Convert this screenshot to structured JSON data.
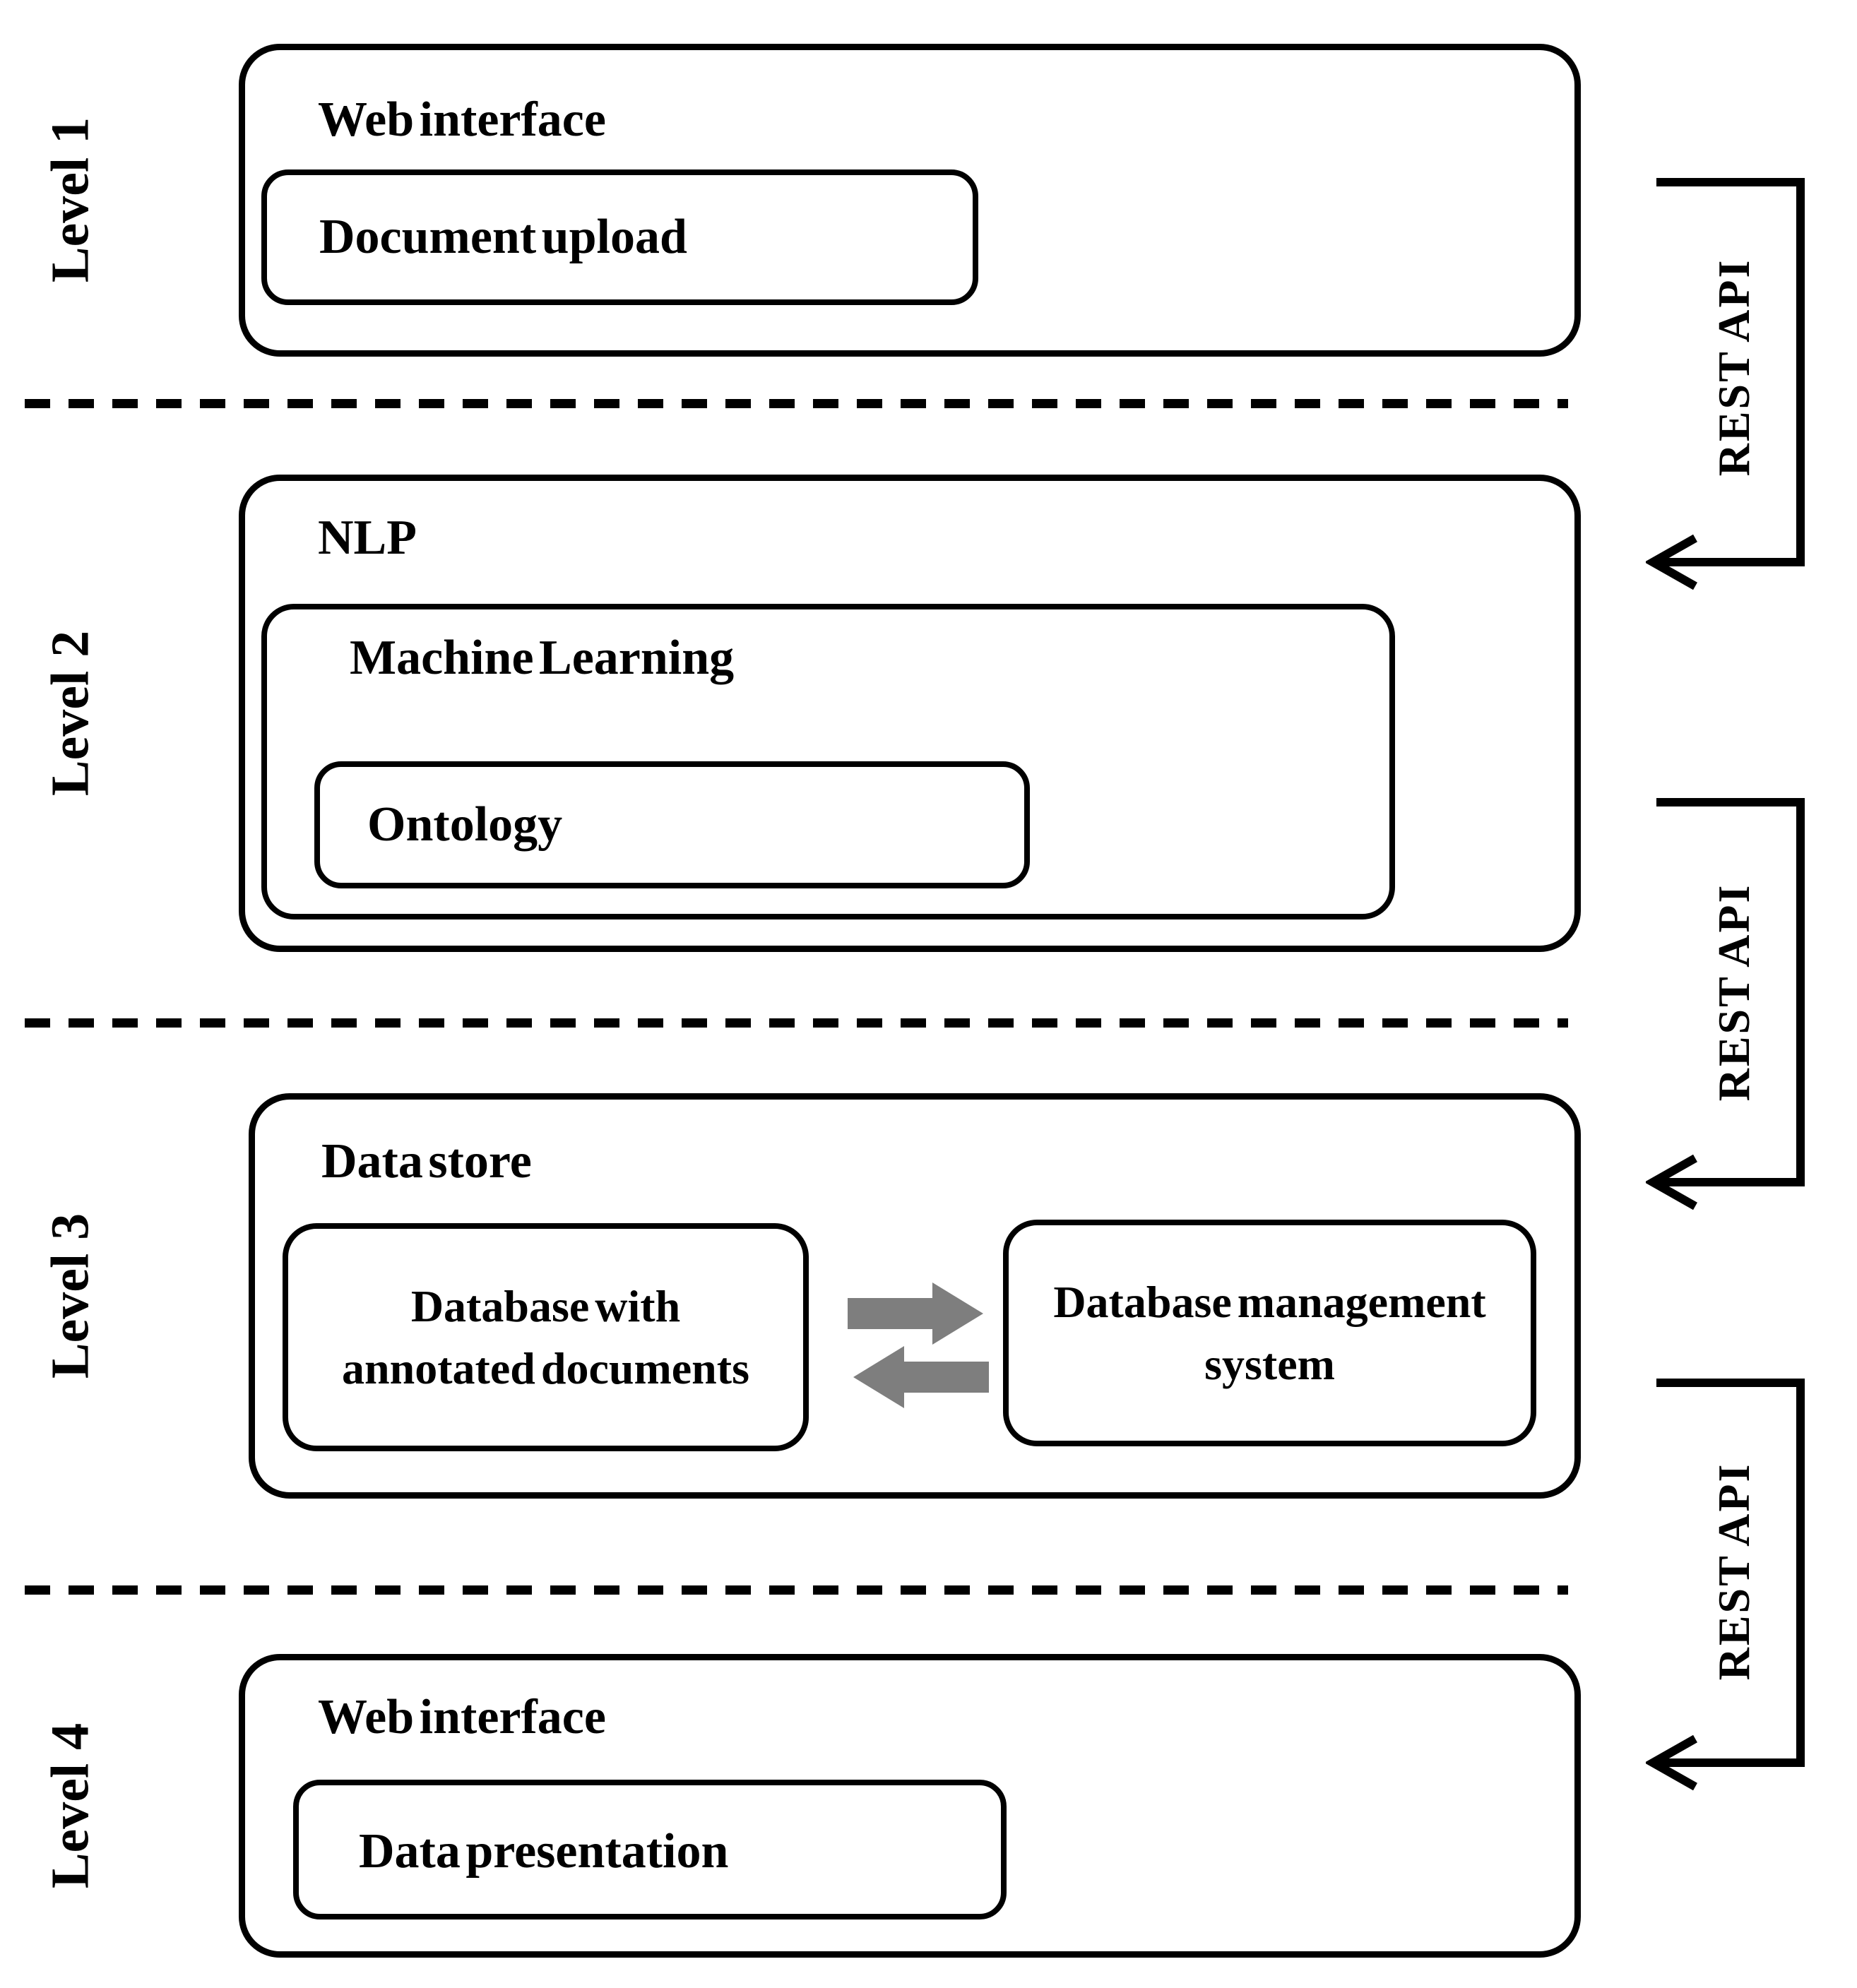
{
  "levels": [
    {
      "label": "Level 1",
      "title": "Web interface",
      "box": "Document upload"
    },
    {
      "label": "Level 2",
      "title": "NLP",
      "machine_learning": "Machine Learning",
      "ontology": "Ontology"
    },
    {
      "label": "Level 3",
      "title": "Data store",
      "database_annotated": "Database with annotated documents",
      "dbms": "Database management system"
    },
    {
      "label": "Level 4",
      "title": "Web interface",
      "box": "Data presentation"
    }
  ],
  "connectors": [
    {
      "label": "REST API"
    },
    {
      "label": "REST API"
    },
    {
      "label": "REST API"
    }
  ],
  "colors": {
    "line": "#000000",
    "background": "#ffffff",
    "flow_arrow_gray": "#7e7e7e"
  }
}
